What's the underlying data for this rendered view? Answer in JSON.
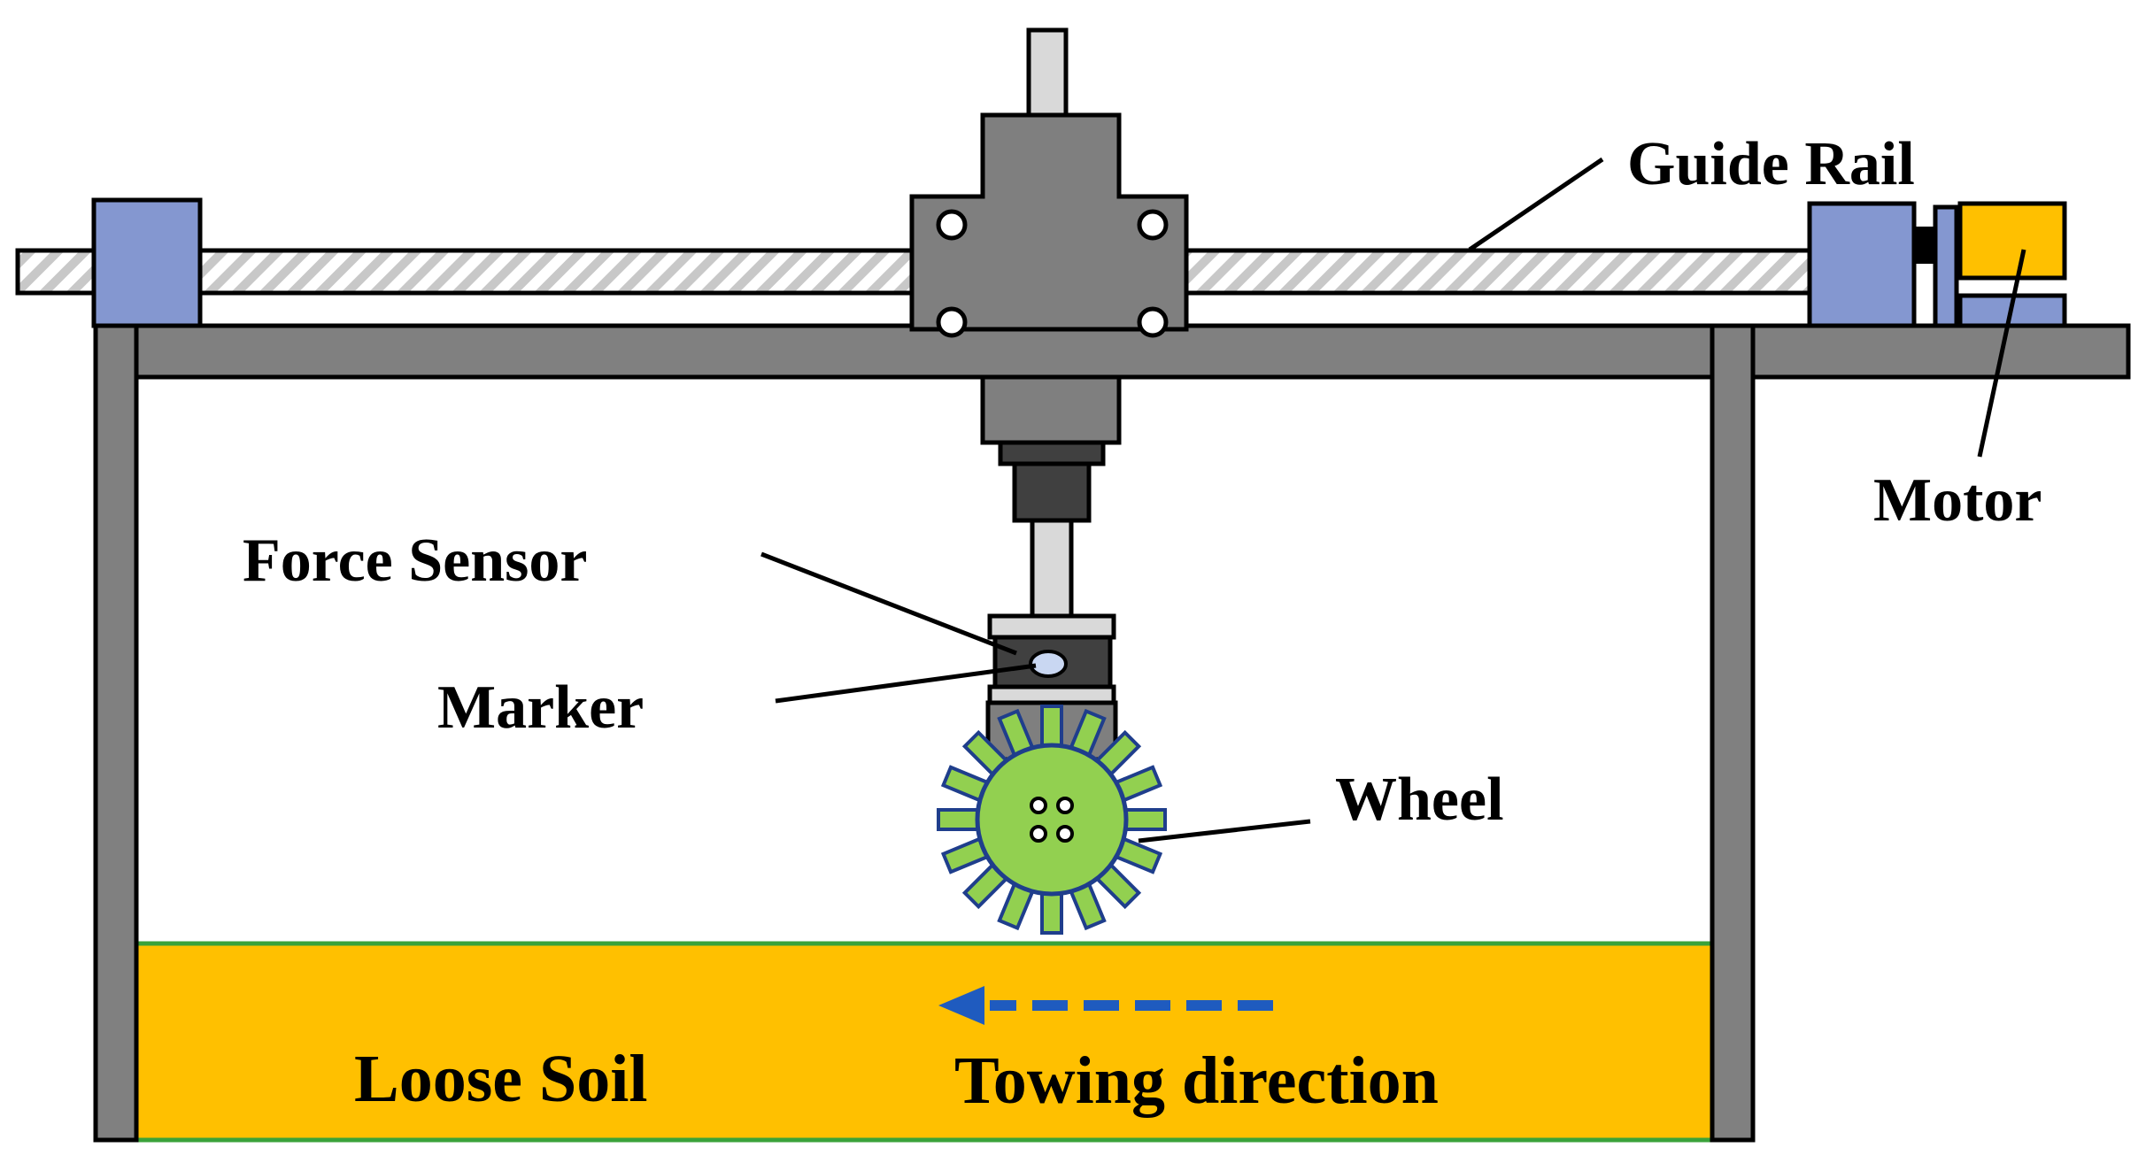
{
  "labels": {
    "guide_rail": "Guide Rail",
    "motor": "Motor",
    "force_sensor": "Force Sensor",
    "marker": "Marker",
    "wheel": "Wheel",
    "loose_soil": "Loose Soil",
    "towing_direction": "Towing direction"
  },
  "colors": {
    "frame": "#808080",
    "carriage": "#7f7f7f",
    "rail_hatch": "#bfbfbf",
    "end_block": "#8497d0",
    "motor": "#ffc000",
    "soil": "#ffc000",
    "soil_line": "#3aa23a",
    "wheel": "#92d050",
    "wheel_outline": "#1f3e8c",
    "arrow": "#1f5bbf",
    "marker": "#c9d7f2",
    "dark_part": "#404040"
  },
  "icons": {
    "arrow": "arrow-left-dashed-icon"
  }
}
